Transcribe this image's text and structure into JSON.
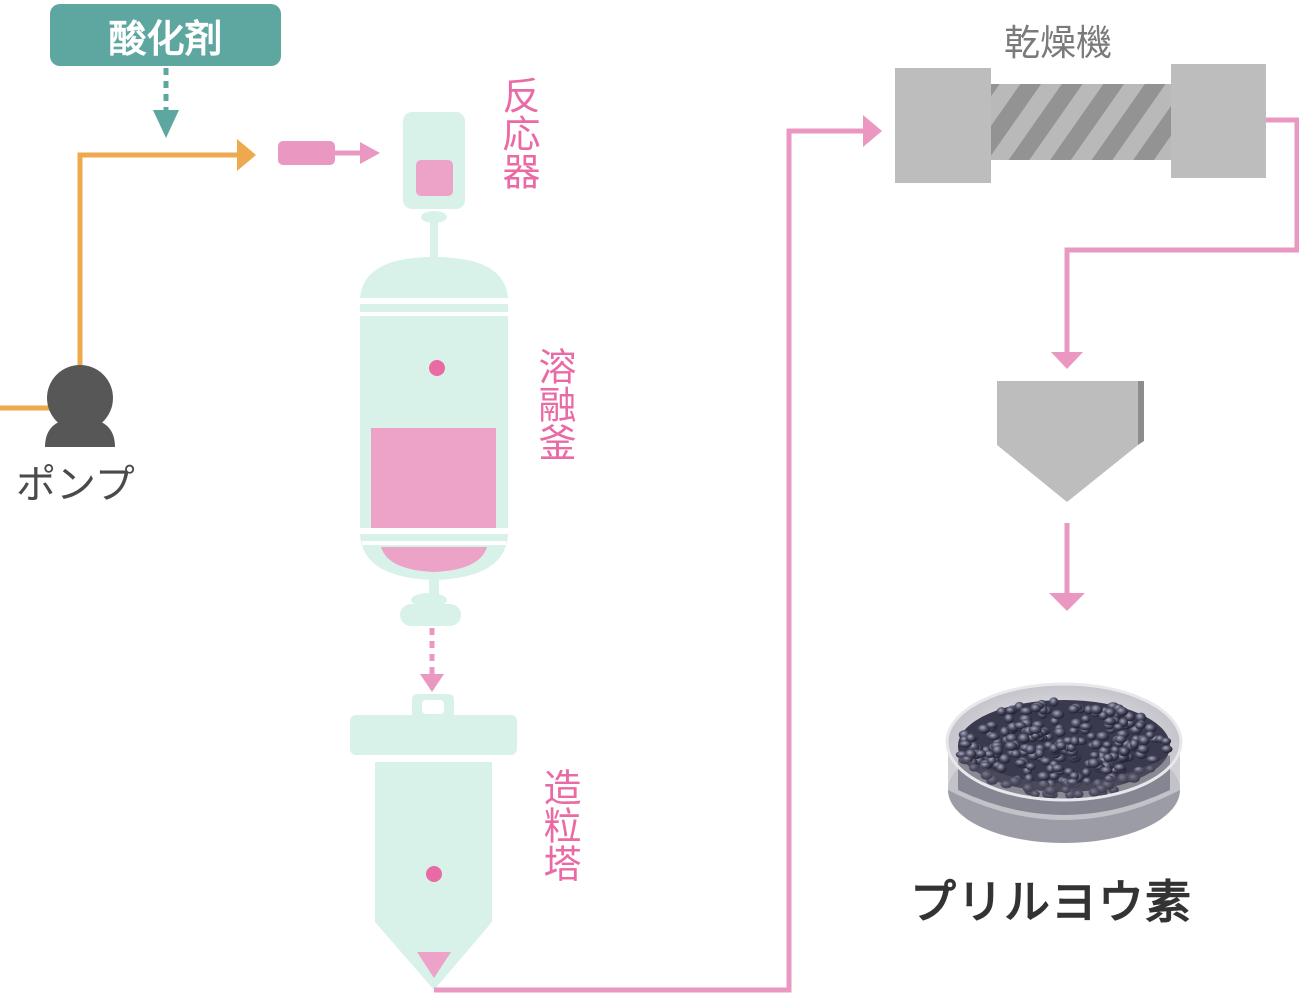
{
  "labels": {
    "oxidizer": "酸化剤",
    "pump": "ポンプ",
    "reactor": "反応器",
    "melter": "溶融釜",
    "prilling_tower": "造粒塔",
    "dryer": "乾燥機",
    "product": "プリルヨウ素"
  },
  "colors": {
    "pink": "#e96aa5",
    "pink_line": "#ea98c2",
    "orange": "#eea94e",
    "teal": "#5ea7a0",
    "vessel": "#d8f2ea",
    "gray": "#bdbdbd",
    "dark_gray": "#575757"
  },
  "icons": [
    "pump-icon",
    "dish-of-iodine-prills"
  ]
}
